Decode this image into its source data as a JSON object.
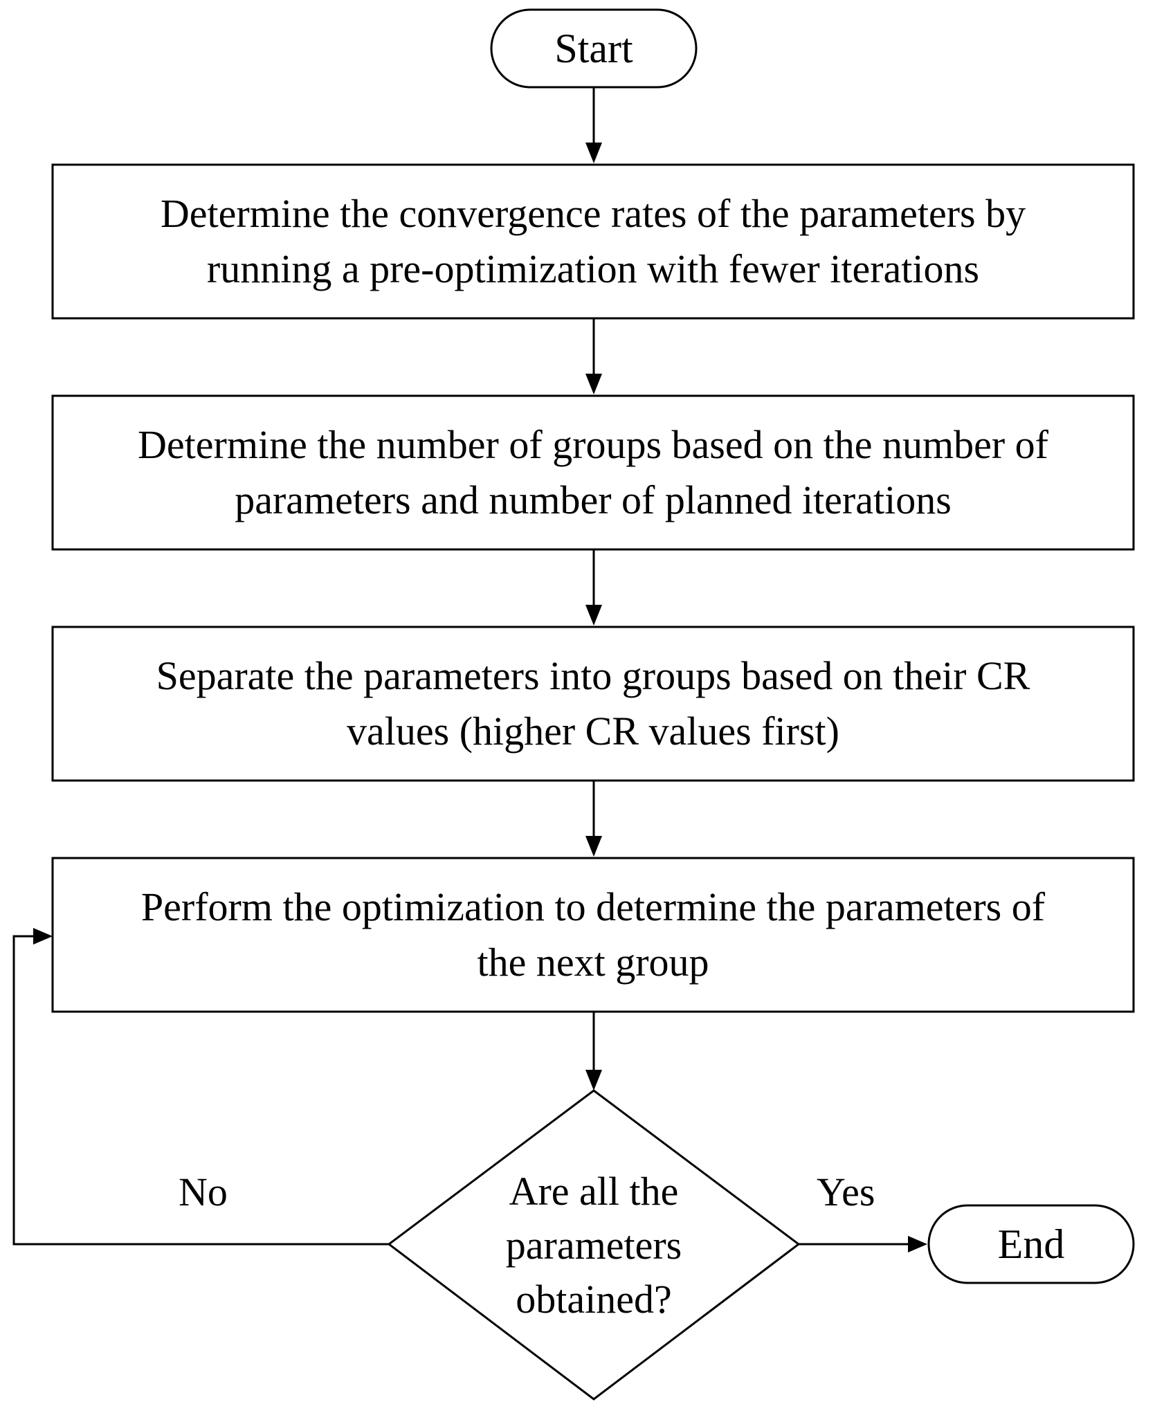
{
  "flowchart": {
    "start": "Start",
    "steps": [
      {
        "line1": "Determine the convergence rates of the parameters by",
        "line2": "running a pre-optimization with fewer iterations"
      },
      {
        "line1": "Determine the number of groups based on the number of",
        "line2": "parameters and number of planned iterations"
      },
      {
        "line1": "Separate the parameters into groups based on their CR",
        "line2": "values (higher CR values first)"
      },
      {
        "line1": "Perform the optimization to determine the parameters of",
        "line2": "the next group"
      }
    ],
    "decision": {
      "line1": "Are all the",
      "line2": "parameters",
      "line3": "obtained?"
    },
    "no_label": "No",
    "yes_label": "Yes",
    "end": "End"
  }
}
